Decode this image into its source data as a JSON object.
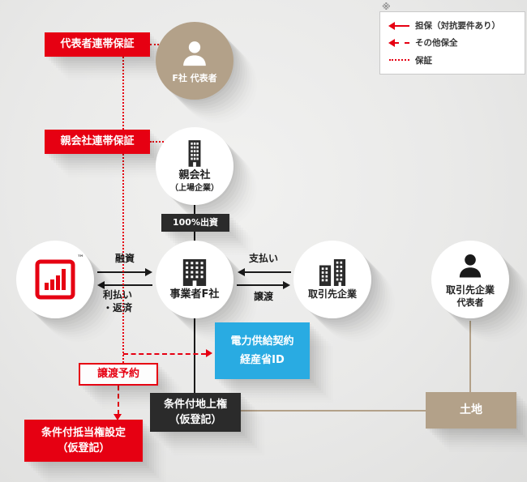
{
  "legend": {
    "note": "※",
    "items": [
      {
        "style": "solid",
        "label": "担保（対抗要件あり）"
      },
      {
        "style": "dashed",
        "label": "その他保全"
      },
      {
        "style": "dotted",
        "label": "保証"
      }
    ]
  },
  "guarantees": {
    "representative": "代表者連帯保証",
    "parent": "親会社連帯保証"
  },
  "nodes": {
    "f_representative": {
      "label": "F社 代表者"
    },
    "parent_company": {
      "label": "親会社",
      "sublabel": "（上場企業）"
    },
    "lender": {
      "trademark": "™"
    },
    "operator": {
      "label": "事業者F社"
    },
    "client": {
      "label": "取引先企業"
    },
    "client_representative": {
      "label": "取引先企業",
      "sublabel": "代表者"
    }
  },
  "flows": {
    "equity": "100%出資",
    "loan": "融資",
    "repayment_line1": "利払い",
    "repayment_line2": "・返済",
    "payment": "支払い",
    "transfer": "譲渡",
    "transfer_reservation": "譲渡予約"
  },
  "boxes": {
    "power_contract": {
      "line1": "電力供給契約",
      "line2": "経産省ID"
    },
    "surface_right": {
      "line1": "条件付地上権",
      "line2": "（仮登記）"
    },
    "mortgage": {
      "line1": "条件付抵当権設定",
      "line2": "（仮登記）"
    },
    "land": "土地"
  },
  "colors": {
    "red": "#e60012",
    "dark": "#2b2b2b",
    "blue": "#29abe2",
    "tan": "#b3a189",
    "background": "#e9e9e8"
  }
}
